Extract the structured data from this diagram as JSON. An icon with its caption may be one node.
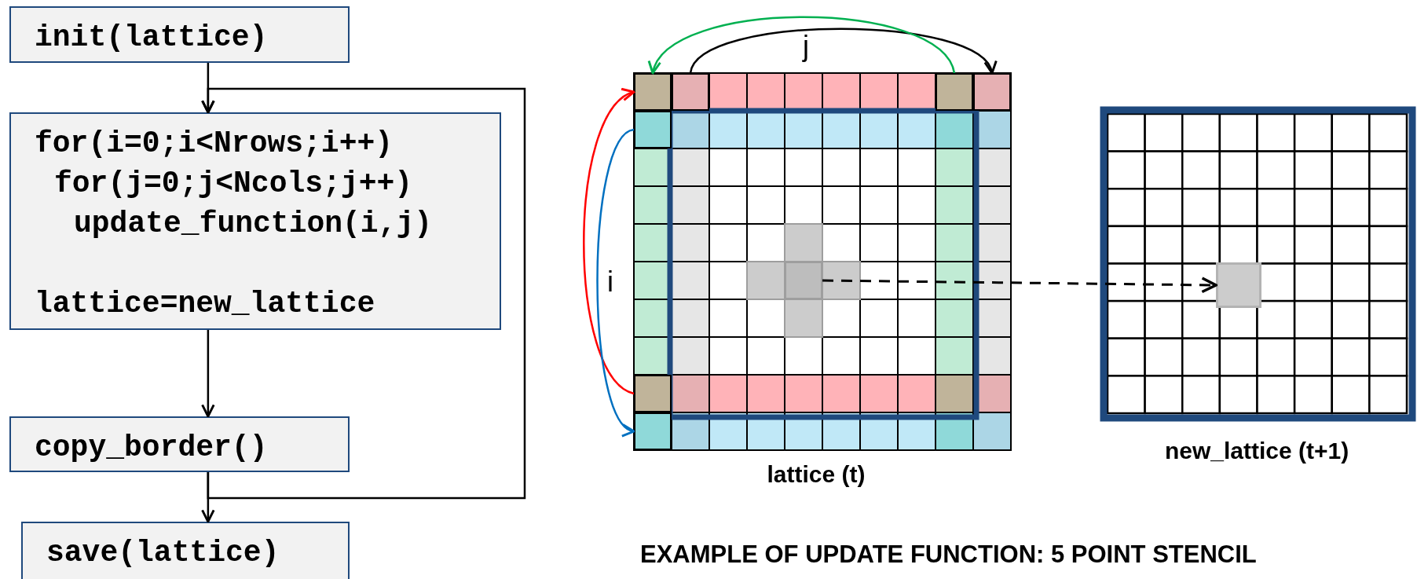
{
  "diagram": {
    "caption": "EXAMPLE OF UPDATE FUNCTION: 5 POINT STENCIL",
    "nodes": [
      {
        "text": [
          "init(lattice)"
        ]
      },
      {
        "text": [
          "for(i=0;i<Nrows;i++)",
          "for(j=0;j<Ncols;j++)",
          "update_function(i,j)",
          "lattice=new_lattice"
        ]
      },
      {
        "text": [
          "copy_border()"
        ]
      },
      {
        "text": [
          "save(lattice)"
        ]
      },
      {
        "text": [
          "lattice (t)"
        ]
      },
      {
        "text": [],
        "shape": "box"
      },
      {
        "text": [],
        "shape": "box"
      },
      {
        "text": [],
        "shape": "box"
      },
      {
        "text": [],
        "shape": "box"
      },
      {
        "text": [],
        "shape": "box"
      },
      {
        "text": [],
        "shape": "box",
        "in": 4
      },
      {
        "text": [],
        "shape": "box"
      },
      {
        "text": [],
        "shape": "box"
      },
      {
        "text": [
          "new_lattice (t+1)"
        ]
      },
      {
        "text": [],
        "shape": "box",
        "in": 13
      }
    ],
    "edges": [
      {
        "from": 0,
        "to": 1,
        "arrow": "to"
      },
      {
        "from": 1,
        "to": 2,
        "arrow": "to"
      },
      {
        "from": 2,
        "to": 3,
        "arrow": "to"
      },
      {
        "from": 2,
        "to": 1,
        "arrow": "to"
      },
      {
        "from": 6,
        "to": 8,
        "arrow": "to"
      },
      {
        "from": 7,
        "to": 5,
        "arrow": "to",
        "color": "#00b050"
      },
      {
        "from": 11,
        "to": 5,
        "arrow": "to",
        "color": "#ff0000"
      },
      {
        "from": 9,
        "to": 12,
        "arrow": "to",
        "color": "#0070c0"
      },
      {
        "from": 10,
        "to": 14,
        "arrow": "to",
        "style": "dashed"
      }
    ],
    "labels": [
      "j",
      "i"
    ]
  }
}
